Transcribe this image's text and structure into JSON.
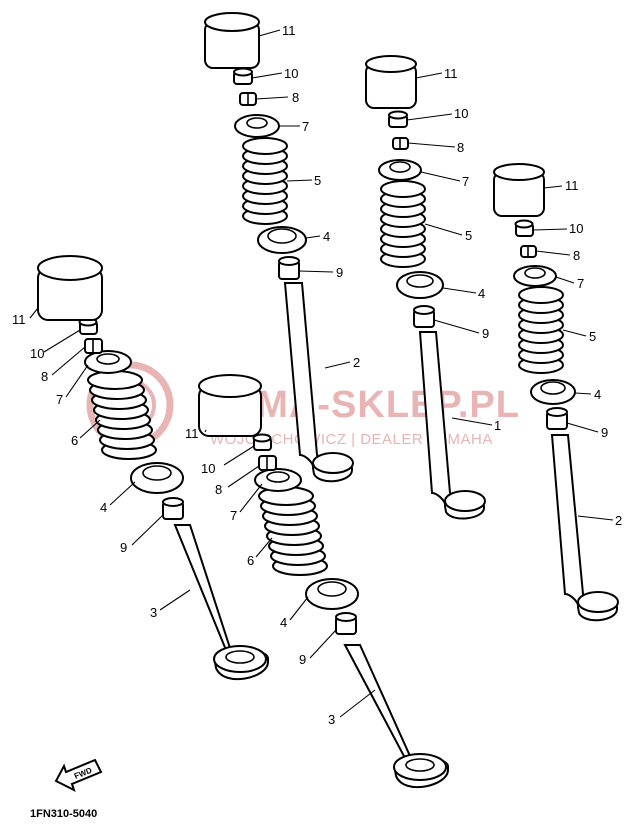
{
  "diagram": {
    "part_code": "1FN310-5040",
    "fwd_label": "FWD"
  },
  "watermark": {
    "title": "YAMA-SKLEP.PL",
    "subtitle": "WOJCIECHOWICZ | DEALER YAMAHA",
    "color": "#e8b4b4"
  },
  "callouts": {
    "a1": {
      "tappet": "11",
      "pad": "10",
      "cotter": "8",
      "retainer": "7",
      "spring": "5",
      "seat": "4",
      "seal": "9",
      "valve": "2"
    },
    "a2": {
      "tappet": "11",
      "pad": "10",
      "cotter": "8",
      "retainer": "7",
      "spring": "5",
      "seat": "4",
      "seal": "9",
      "valve": "1"
    },
    "a3": {
      "tappet": "11",
      "pad": "10",
      "cotter": "8",
      "retainer": "7",
      "spring": "5",
      "seat": "4",
      "seal": "9",
      "valve": "2"
    },
    "b1": {
      "tappet": "11",
      "pad": "10",
      "cotter": "8",
      "retainer": "7",
      "spring": "6",
      "seat": "4",
      "seal": "9",
      "valve": "3"
    },
    "b2": {
      "tappet": "11",
      "pad": "10",
      "cotter": "8",
      "retainer": "7",
      "spring": "6",
      "seat": "4",
      "seal": "9",
      "valve": "3"
    }
  }
}
